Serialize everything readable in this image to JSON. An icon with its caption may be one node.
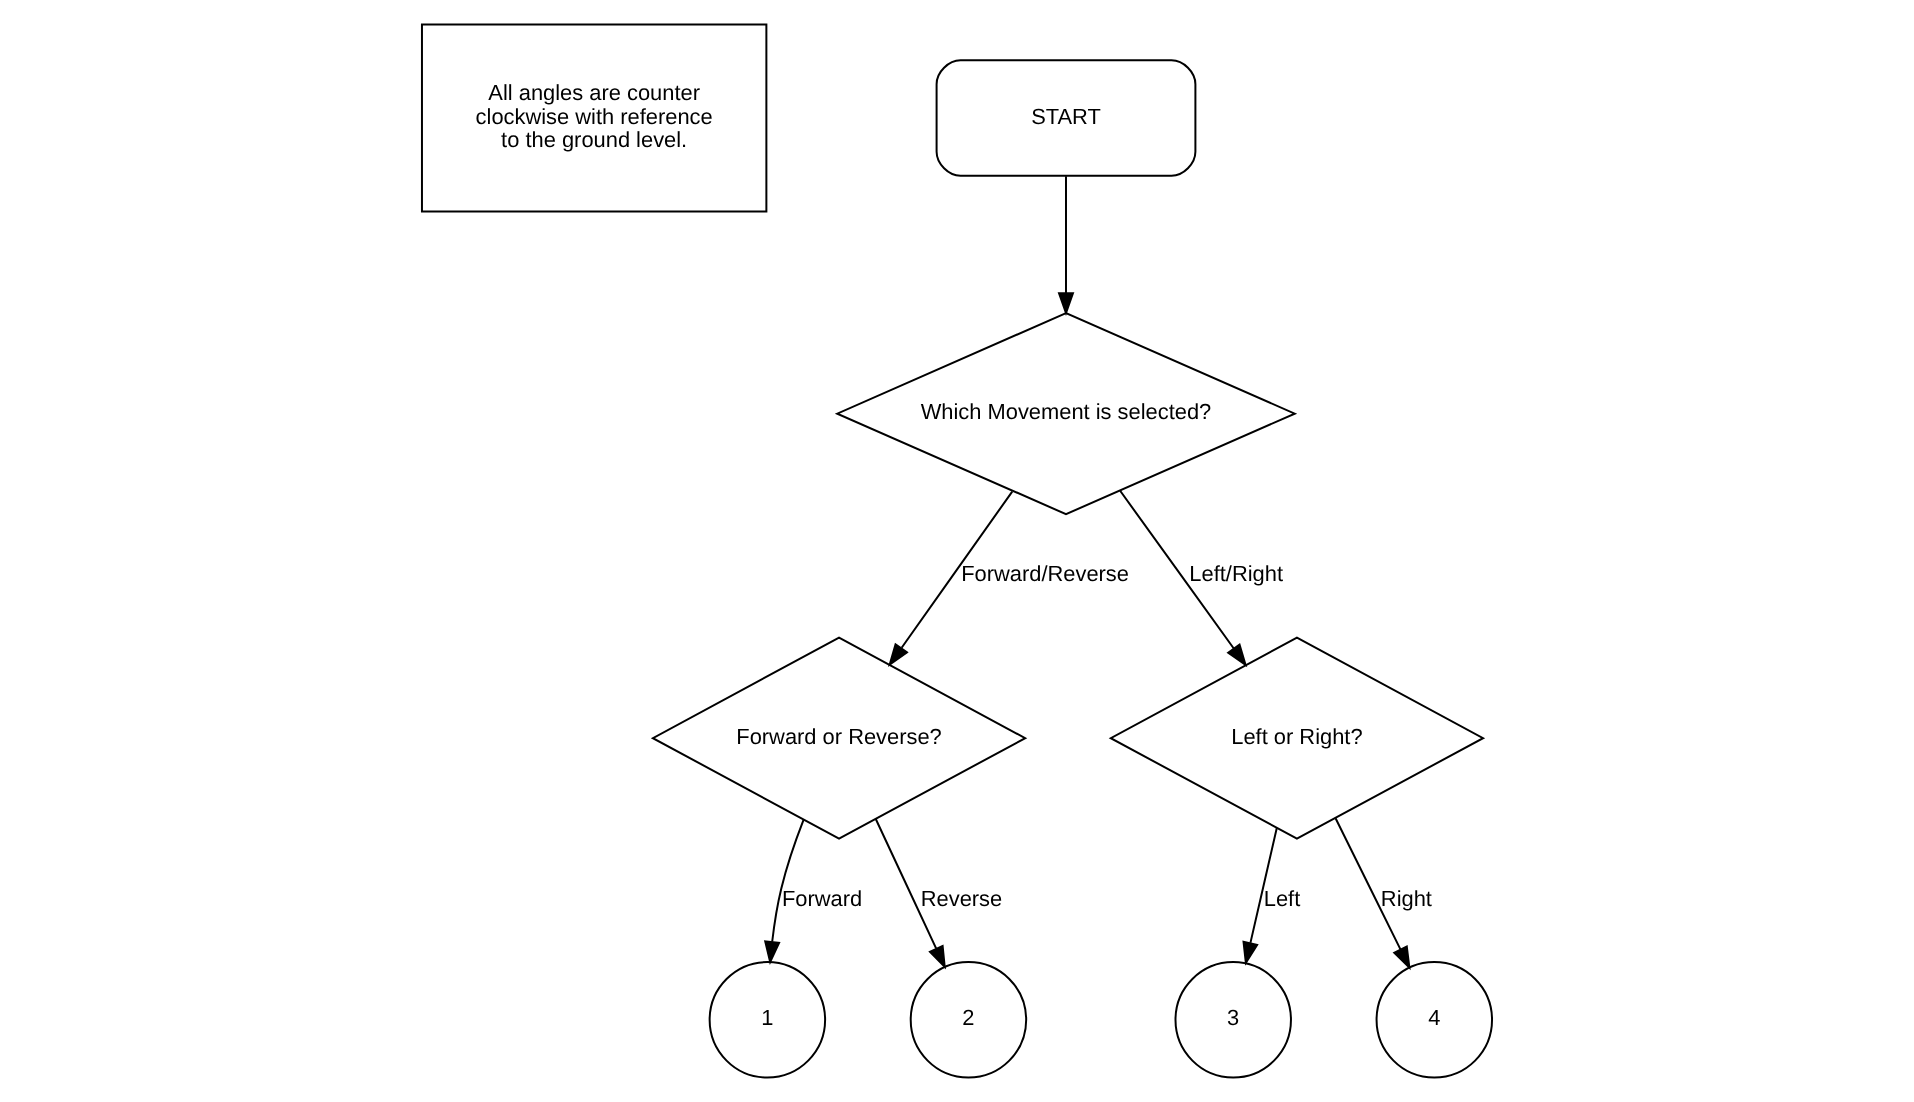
{
  "diagram": {
    "nodes": [
      {
        "text": [
          "All angles are counter clockwise with reference to the ground level."
        ]
      },
      {
        "text": [
          "START"
        ]
      },
      {
        "text": [
          "Which Movement is selected?"
        ]
      },
      {
        "text": [
          "Forward or Reverse?"
        ]
      },
      {
        "text": [
          "Left or Right?"
        ]
      },
      {
        "text": [
          "1"
        ]
      },
      {
        "text": [
          "2"
        ]
      },
      {
        "text": [
          "3"
        ]
      },
      {
        "text": [
          "4"
        ]
      }
    ],
    "edges": [
      {
        "from": 1,
        "to": 2,
        "arrow": "to"
      },
      {
        "from": 2,
        "to": 3,
        "arrow": "to",
        "label": "Forward/Reverse"
      },
      {
        "from": 2,
        "to": 4,
        "arrow": "to",
        "label": "Left/Right"
      },
      {
        "from": 3,
        "to": 5,
        "arrow": "to",
        "label": "Forward"
      },
      {
        "from": 3,
        "to": 6,
        "arrow": "to",
        "label": "Reverse"
      },
      {
        "from": 4,
        "to": 7,
        "arrow": "to",
        "label": "Left"
      },
      {
        "from": 4,
        "to": 8,
        "arrow": "to",
        "label": "Right"
      }
    ]
  }
}
